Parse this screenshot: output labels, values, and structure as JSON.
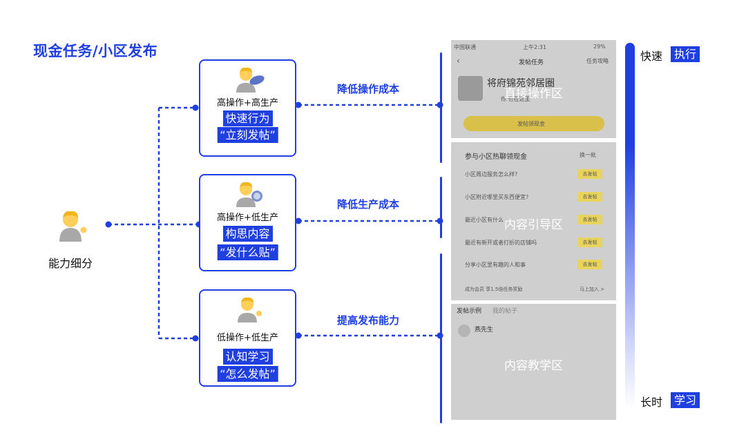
{
  "title": "现金任务/小区发布",
  "root": {
    "label": "能力细分"
  },
  "cards": [
    {
      "ops": "高操作+高生产",
      "line1": "快速行为",
      "line2": "“立刻发帖”"
    },
    {
      "ops": "高操作+低生产",
      "line1": "构思内容",
      "line2": "“发什么贴”"
    },
    {
      "ops": "低操作+低生产",
      "line1": "认知学习",
      "line2": "“怎么发帖”"
    }
  ],
  "edges": [
    "降低操作成本",
    "降低生产成本",
    "提高发布能力"
  ],
  "phone": {
    "status": {
      "carrier": "中国联通",
      "time": "上午2:31",
      "battery": "29%"
    },
    "nav": {
      "title": "发帖任务",
      "right": "任务攻略"
    },
    "zone1": {
      "heading": "将府锦苑邻居圈",
      "sub": "你 也在这里",
      "button": "发帖领现金",
      "label": "直接操作区"
    },
    "zone2": {
      "heading": "参与小区热聊领现金",
      "refresh": "换一批",
      "items": [
        "小区周边服务怎么样?",
        "小区附近哪里买东西便宜?",
        "最近小区有什么",
        "最近有新开或者打折的店铺吗",
        "分享小区里有趣的人和事"
      ],
      "item_button": "去发帖",
      "footer": "成为会员 享1.5倍任务奖励",
      "footer_right": "马上加入 >",
      "label": "内容引导区"
    },
    "zone3": {
      "tab1": "发帖示例",
      "tab2": "我的帖子",
      "user": "燕先生",
      "label": "内容教学区"
    }
  },
  "timeline": {
    "top_caption": "快速",
    "top_highlight": "执行",
    "bottom_caption": "长时",
    "bottom_highlight": "学习"
  },
  "colors": {
    "accent": "#1f3fe0",
    "button_yellow": "#e8d35c",
    "panel_gray": "#cfcfcf"
  }
}
